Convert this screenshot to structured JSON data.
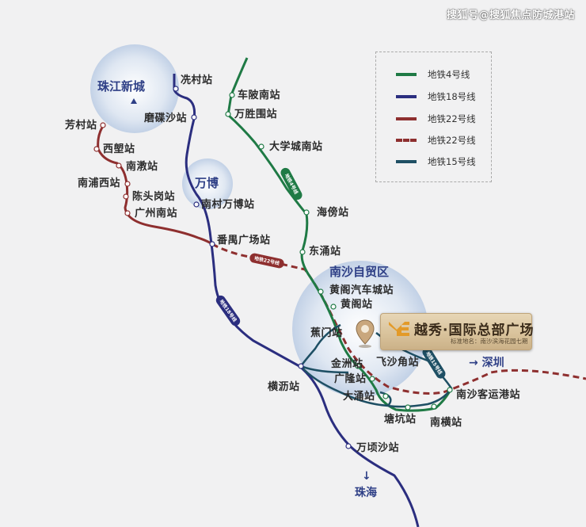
{
  "watermark": "搜狐号@搜狐焦点防城港站",
  "colors": {
    "background": "#f1f1f2",
    "line4": "#1f7a45",
    "line18": "#2b2e7f",
    "line22": "#8e2f2f",
    "line22_planned": "#8e2f2f",
    "line15": "#1e4f64",
    "area_text": "#2e3f86",
    "area_circle": "#c9d7ea"
  },
  "legend": {
    "items": [
      {
        "label": "地铁4号线",
        "color": "#1f7a45",
        "style": "solid"
      },
      {
        "label": "地铁18号线",
        "color": "#2b2e7f",
        "style": "solid"
      },
      {
        "label": "地铁22号线",
        "color": "#8e2f2f",
        "style": "solid"
      },
      {
        "label": "地铁22号线",
        "color": "#8e2f2f",
        "style": "dashed"
      },
      {
        "label": "地铁15号线",
        "color": "#1e4f64",
        "style": "solid"
      }
    ]
  },
  "areas": {
    "zhujiang": "珠江新城",
    "wanbo": "万博",
    "nansha": "南沙自贸区"
  },
  "directions": {
    "shenzhen": "深圳",
    "zhuhai": "珠海",
    "shenzhen_arrow": "→",
    "zhuhai_arrow": "↓"
  },
  "line_badges": {
    "line4": "地铁4号线",
    "line18": "地铁18号线",
    "line22": "地铁22号线",
    "line15": "地铁15号线"
  },
  "stations": {
    "xiancun": "冼村站",
    "modiesha": "磨碟沙站",
    "fangcun": "芳村站",
    "xilang": "西塱站",
    "nanjiao": "南漖站",
    "nanpuxi": "南浦西站",
    "chentougang": "陈头岗站",
    "guangzhounan": "广州南站",
    "nancunwanbo": "南村万博站",
    "panyuguangchang": "番禺广场站",
    "chebeinan": "车陂南站",
    "wanshengwei": "万胜围站",
    "daxuechengnan": "大学城南站",
    "haibang": "海傍站",
    "dongchong": "东涌站",
    "huanggeqichecheng": "黄阁汽车城站",
    "huangge": "黄阁站",
    "jiaomen": "蕉门站",
    "jinzhou": "金洲站",
    "feishajiao": "飞沙角站",
    "guanglong": "广隆站",
    "dachong": "大涌站",
    "hengli": "横沥站",
    "tangkeng": "塘坑站",
    "nanheng": "南横站",
    "nanshakeyungang": "南沙客运港站",
    "wanqingsha": "万顷沙站"
  },
  "project": {
    "name": "越秀·国际总部广场",
    "subtitle": "标准地名：南沙滨海花园七期"
  }
}
